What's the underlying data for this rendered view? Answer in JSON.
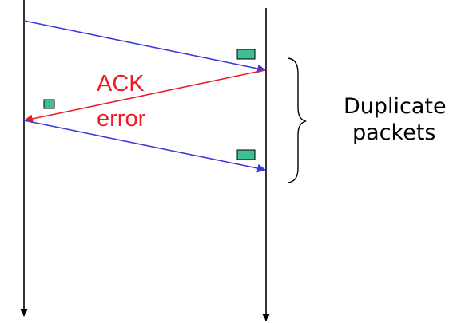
{
  "labels": {
    "ack": "ACK",
    "error": "error",
    "brace_line1": "Duplicate",
    "brace_line2": "packets"
  },
  "colors": {
    "background": "#ffffff",
    "timeline": "#000000",
    "data_arrow": "#3b3bdc",
    "ack_arrow": "#ee1c25",
    "ack_text": "#ee1c25",
    "packet_fill": "#3fbf96",
    "packet_stroke": "#000000",
    "brace": "#000000"
  },
  "icons": {
    "packet": "packet-rectangle",
    "ack_packet": "ack-packet-square"
  }
}
